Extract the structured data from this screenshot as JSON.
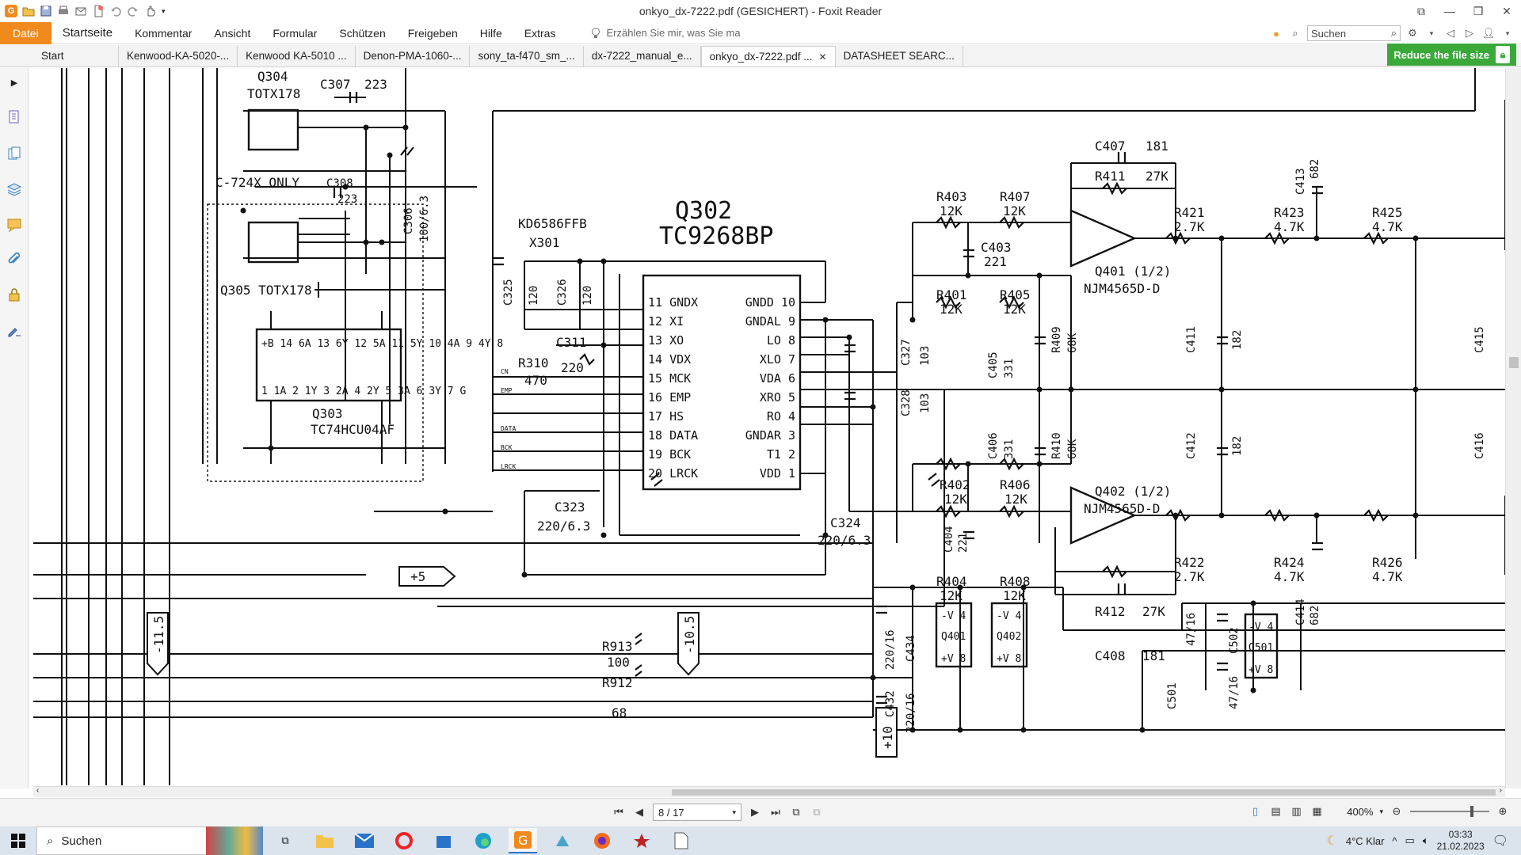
{
  "window": {
    "title": "onkyo_dx-7222.pdf (GESICHERT) - Foxit Reader",
    "app_logo": "G"
  },
  "menu": {
    "file": "Datei",
    "items": [
      "Startseite",
      "Kommentar",
      "Ansicht",
      "Formular",
      "Schützen",
      "Freigeben",
      "Hilfe",
      "Extras"
    ],
    "tell_me_placeholder": "Erzählen Sie mir, was Sie ma",
    "search_placeholder": "Suchen"
  },
  "tabs": [
    {
      "label": "Start",
      "active": false
    },
    {
      "label": "Kenwood-KA-5020-...",
      "active": false
    },
    {
      "label": "Kenwood KA-5010 ...",
      "active": false
    },
    {
      "label": "Denon-PMA-1060-...",
      "active": false
    },
    {
      "label": "sony_ta-f470_sm_...",
      "active": false
    },
    {
      "label": "dx-7222_manual_e...",
      "active": false
    },
    {
      "label": "onkyo_dx-7222.pdf ...",
      "active": true
    },
    {
      "label": "DATASHEET SEARC...",
      "active": false
    }
  ],
  "reduce_button": "Reduce the file size",
  "navigation": {
    "page": "8 / 17",
    "zoom": "400%"
  },
  "taskbar": {
    "search": "Suchen",
    "weather": "4°C  Klar",
    "time": "03:33",
    "date": "21.02.2023"
  },
  "schematic": {
    "labels": {
      "q304": "Q304",
      "q304_part": "TOTX178",
      "c307": "C307",
      "c307_val": "223",
      "c724": "C-724X ONLY",
      "c308": "C308",
      "c308_val": "223",
      "c306": "C306",
      "c306_val": "100/6.3",
      "q305": "Q305 TOTX178",
      "q303": "Q303",
      "q303_part": "TC74HCU04AF",
      "q303_top": "+B 14  6A 13  6Y 12  5A 11  5Y 10  4A 9  4Y 8",
      "q303_bottom": "1 1A  2 1Y  3 2A  4 2Y  5 3A  6 3Y  7 G",
      "kd": "KD6586FFB",
      "x301": "X301",
      "c325": "C325",
      "c325_val": "120",
      "c326": "C326",
      "c326_val": "120",
      "c311": "C311",
      "c311_val": "220",
      "r310": "R310",
      "r310_val": "470",
      "q302": "Q302",
      "q302_part": "TC9268BP",
      "pins_left": [
        "11 GNDX",
        "12 XI",
        "13 XO",
        "14 VDX",
        "15 MCK",
        "16 EMP",
        "17 HS",
        "18 DATA",
        "19 BCK",
        "20 LRCK"
      ],
      "pins_right": [
        "GNDD 10",
        "GNDAL 9",
        "LO 8",
        "XLO 7",
        "VDA 6",
        "XRO 5",
        "RO 4",
        "GNDAR 3",
        "T1 2",
        "VDD 1"
      ],
      "sig_cn": "CN",
      "sig_emp": "EMP",
      "sig_data": "DATA",
      "sig_bck": "BCK",
      "sig_lrck": "LRCK",
      "c323": "C323",
      "c323_val": "220/6.3",
      "c324": "C324",
      "c324_val": "220/6.3",
      "c327": "C327",
      "c327_val": "103",
      "c328": "C328",
      "c328_val": "103",
      "c407": "C407",
      "c407_val": "181",
      "r411": "R411",
      "r411_val": "27K",
      "r403": "R403",
      "r403_val": "12K",
      "r407": "R407",
      "r407_val": "12K",
      "c403": "C403",
      "c403_val": "221",
      "r401": "R401",
      "r401_val": "12K",
      "r405": "R405",
      "r405_val": "12K",
      "c405": "C405",
      "c405_val": "331",
      "r409": "R409",
      "r409_val": "68K",
      "q401": "Q401 (1/2)",
      "q401_part": "NJM4565D-D",
      "r421": "R421",
      "r421_val": "2.7K",
      "r423": "R423",
      "r423_val": "4.7K",
      "r425": "R425",
      "r425_val": "4.7K",
      "c413": "C413",
      "c413_val": "682",
      "c411": "C411",
      "c411_val": "182",
      "c415": "C415",
      "c406": "C406",
      "c406_val": "331",
      "r410": "R410",
      "r410_val": "68K",
      "c412": "C412",
      "c412_val": "182",
      "c416": "C416",
      "r402": "R402",
      "r402_val": "12K",
      "r406": "R406",
      "r406_val": "12K",
      "c404": "C404",
      "c404_val": "221",
      "q402": "Q402 (1/2)",
      "q402_part": "NJM4565D-D",
      "r404": "R404",
      "r404_val": "12K",
      "r408": "R408",
      "r408_val": "12K",
      "r422": "R422",
      "r422_val": "2.7K",
      "r424": "R424",
      "r424_val": "4.7K",
      "r426": "R426",
      "r426_val": "4.7K",
      "c414": "C414",
      "c414_val": "682",
      "r412": "R412",
      "r412_val": "27K",
      "c408": "C408",
      "c408_val": "181",
      "p5": "+5",
      "m115": "-11.5",
      "m105": "-10.5",
      "p10": "+10",
      "r913": "R913",
      "r913_val": "100",
      "r912": "R912",
      "r912_val": "68",
      "c434": "C434",
      "c434_val": "220/16",
      "c432": "C432",
      "c432_val": "220/16",
      "q401_pwr": "Q401",
      "q402_pwr": "Q402",
      "v_minus": "-V 4",
      "v_plus": "+V 8",
      "c502": "C502",
      "c502_val": "47/16",
      "c501": "C501",
      "c501_val": "47/16",
      "q501_pwr": "Q501"
    }
  }
}
